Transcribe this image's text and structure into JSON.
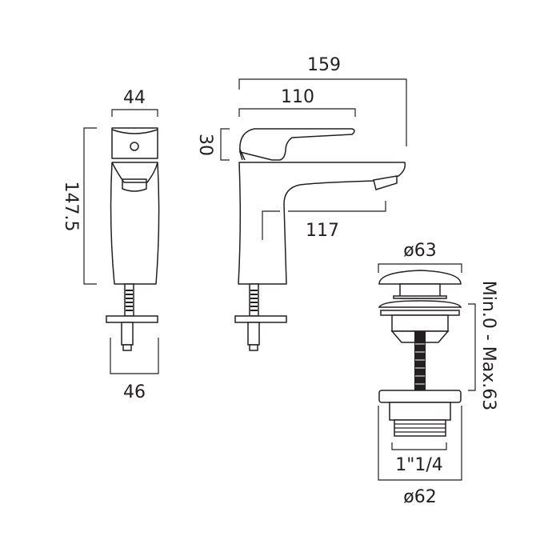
{
  "dimensions": {
    "front_width": "44",
    "front_height": "147.5",
    "front_base": "46",
    "side_overall": "159",
    "side_handle": "110",
    "side_handle_height": "30",
    "side_spout": "117",
    "waste_cap": "ø63",
    "waste_range": "Min.0 - Max.63",
    "waste_thread": "1\"1/4",
    "waste_flange": "ø62"
  }
}
